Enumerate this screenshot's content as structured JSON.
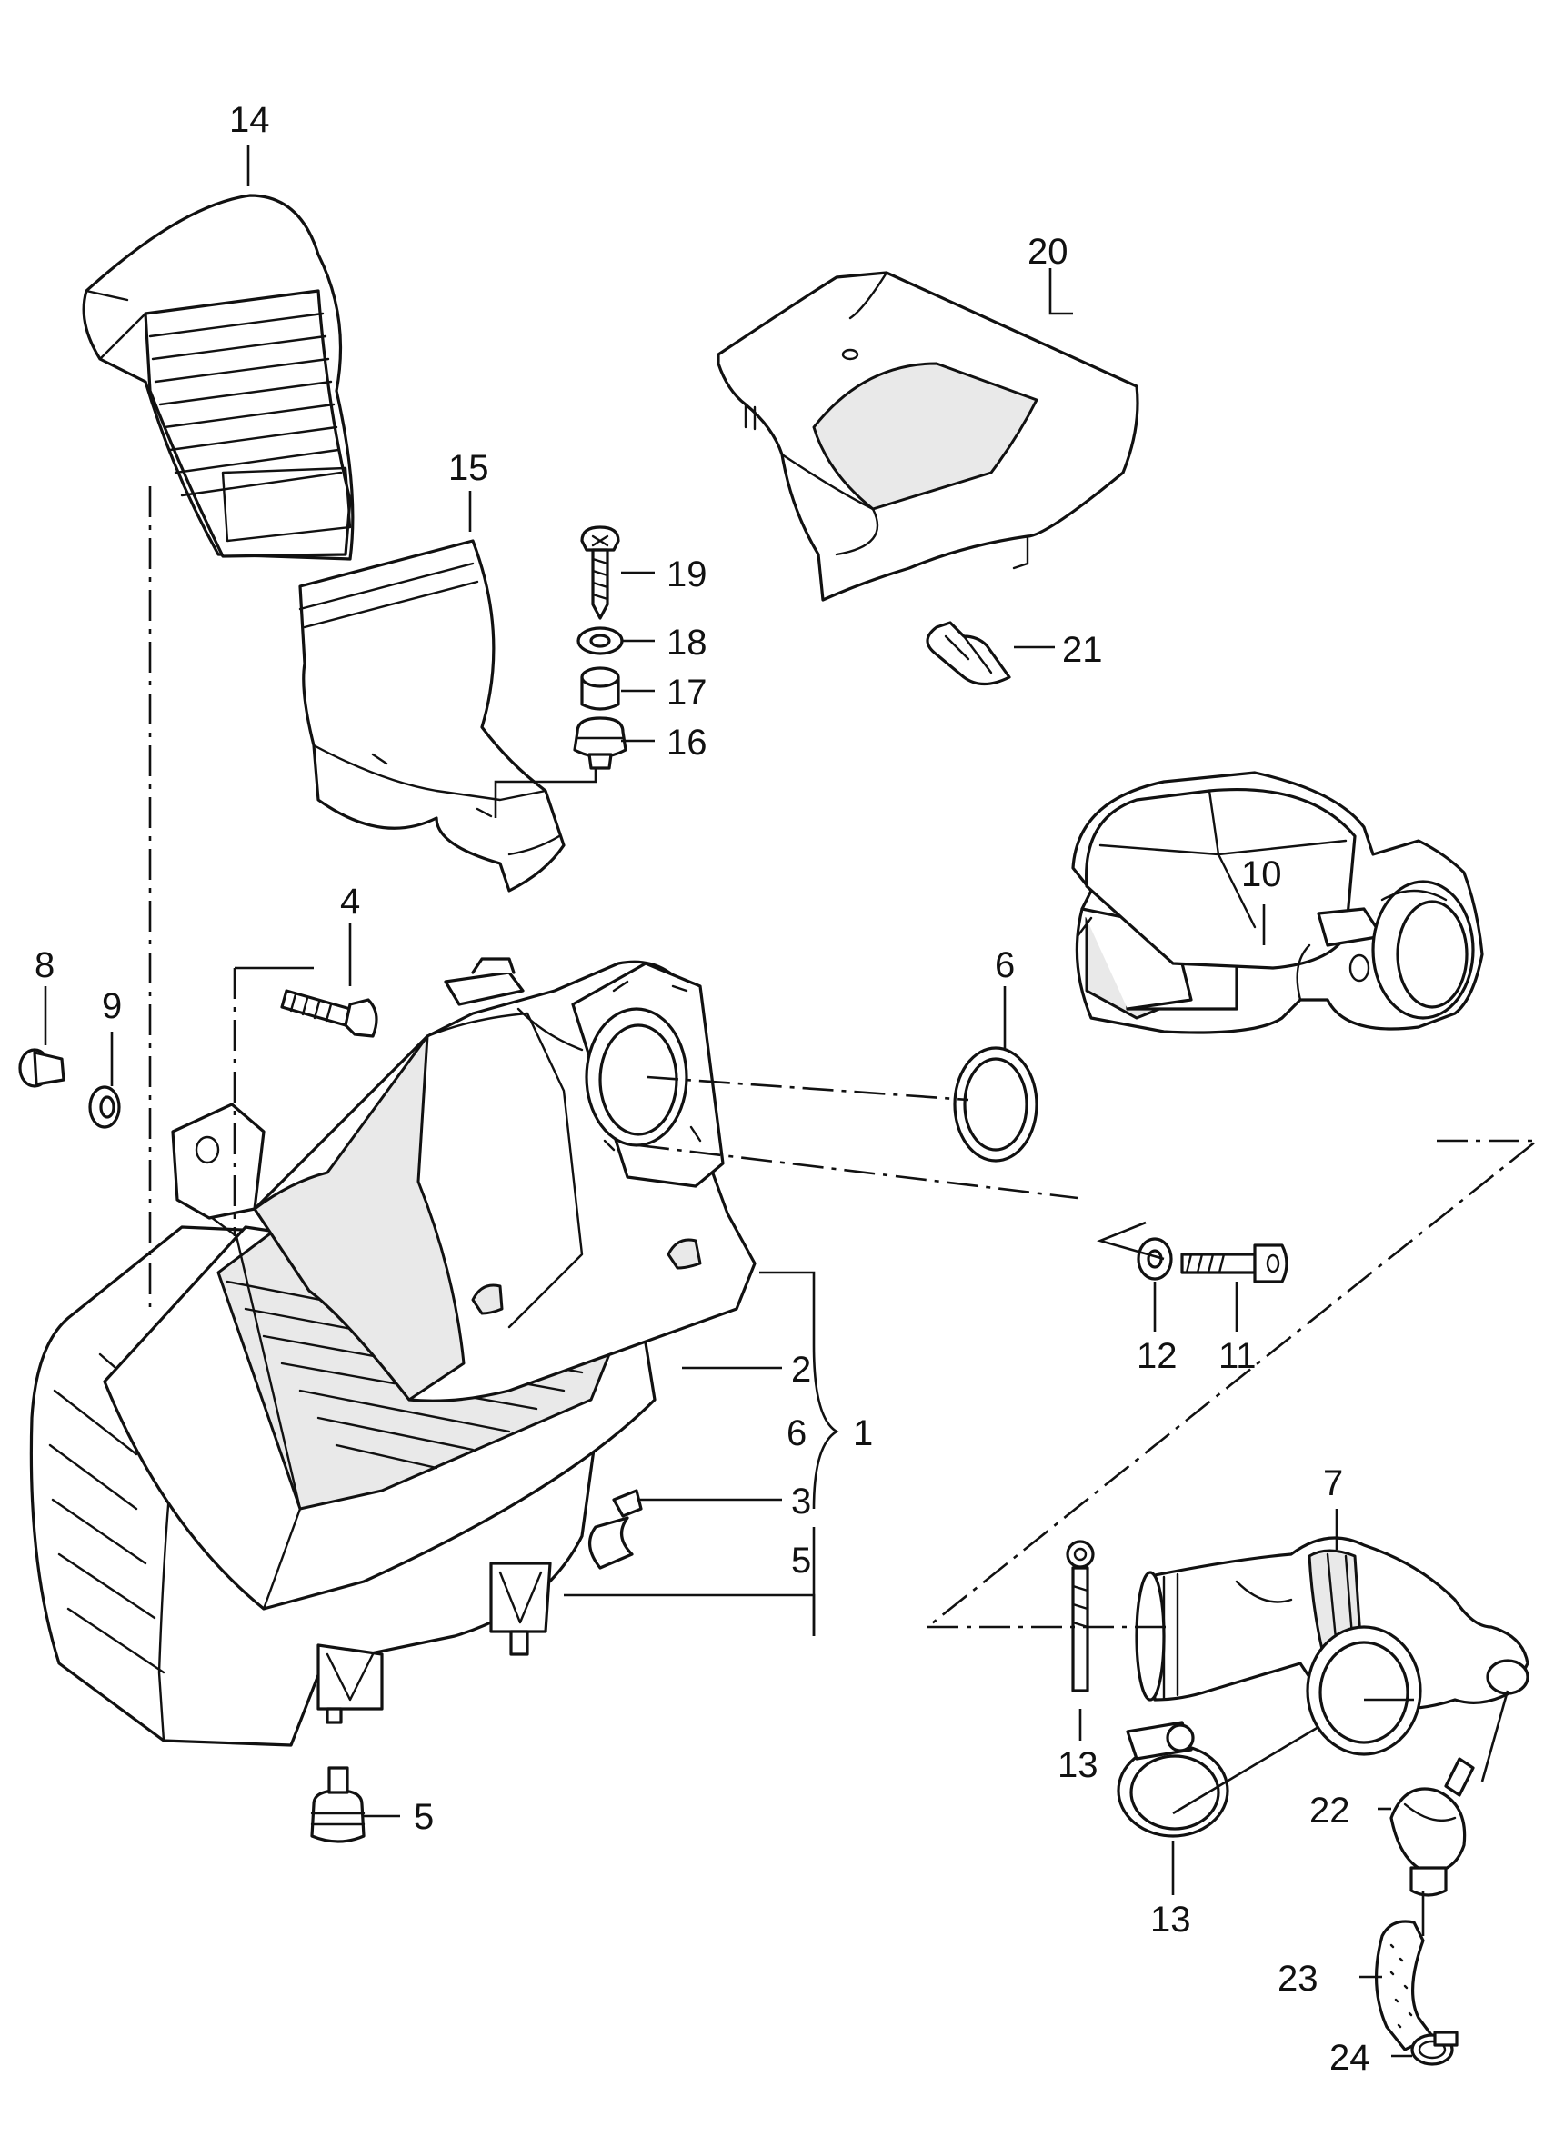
{
  "diagram": {
    "callouts": {
      "c1": "1",
      "c2": "2",
      "c3": "3",
      "c4": "4",
      "c5a": "5",
      "c5b": "5",
      "c6a": "6",
      "c6b": "6",
      "c7": "7",
      "c8": "8",
      "c9": "9",
      "c10": "10",
      "c11": "11",
      "c12": "12",
      "c13a": "13",
      "c13b": "13",
      "c14": "14",
      "c15": "15",
      "c16": "16",
      "c17": "17",
      "c18": "18",
      "c19": "19",
      "c20": "20",
      "c21": "21",
      "c22": "22",
      "c23": "23",
      "c24": "24"
    }
  }
}
